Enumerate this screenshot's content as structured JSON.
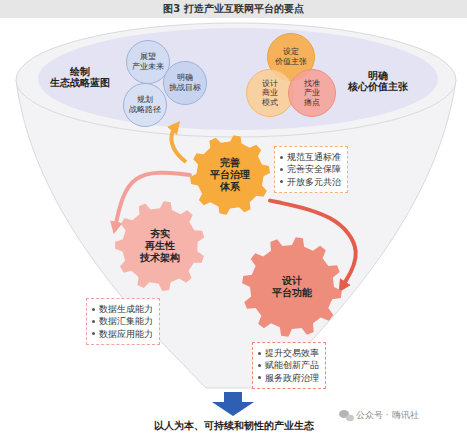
{
  "diagram": {
    "title": "图3 打造产业互联网平台的要点",
    "nodes": [
      {
        "text": [
          "绘制 生态战略蓝图"
        ]
      },
      {
        "text": [
          "展望 产业未来"
        ],
        "in": 0
      },
      {
        "text": [
          "明确 挑战目标"
        ],
        "in": 0
      },
      {
        "text": [
          "规划 战略路径"
        ],
        "in": 0
      },
      {
        "text": [
          "明确 核心价值主张"
        ]
      },
      {
        "text": [
          "设定 价值主张"
        ],
        "in": 4
      },
      {
        "text": [
          "设计 商业 模式"
        ],
        "in": 4
      },
      {
        "text": [
          "找准 产业 痛点"
        ],
        "in": 4
      },
      {
        "text": [
          "完善 平台治理 体系"
        ]
      },
      {
        "text": [
          "规范互通标准",
          "完善安全保障",
          "开放多元共治"
        ]
      },
      {
        "text": [
          "夯实 再生性 技术架构"
        ]
      },
      {
        "text": [
          "数据生成能力",
          "数据汇集能力",
          "数据应用能力"
        ]
      },
      {
        "text": [
          "设计 平台功能"
        ]
      },
      {
        "text": [
          "提升交易效率",
          "赋能创新产品",
          "服务政府治理"
        ]
      }
    ],
    "edges": [
      {
        "from": 8,
        "to": 10,
        "arrow": "to"
      },
      {
        "from": 8,
        "to": 12,
        "arrow": "to"
      }
    ],
    "labels": [
      "以人为本、可持续和韧性的产业生态",
      "公众号 · 嗨讯社"
    ]
  }
}
